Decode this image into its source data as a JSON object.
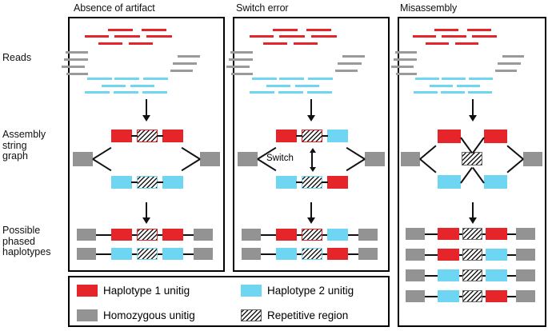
{
  "figure": {
    "type": "diagram",
    "subject": "Haplotype phasing artifacts in assembly string graphs"
  },
  "row_labels": [
    {
      "id": "reads",
      "text": "Reads"
    },
    {
      "id": "assembly-string-graph",
      "text": "Assembly\nstring\ngraph"
    },
    {
      "id": "possible-phased-haplotypes",
      "text": "Possible\nphased\nhaplotypes"
    }
  ],
  "panels": [
    {
      "id": "absence-of-artifact",
      "title": "Absence of artifact"
    },
    {
      "id": "switch-error",
      "title": "Switch error"
    },
    {
      "id": "misassembly",
      "title": "Misassembly"
    }
  ],
  "switch_annotation": {
    "label": "Switch"
  },
  "legend": {
    "items": [
      {
        "id": "haplotype-1-unitig",
        "label": "Haplotype 1 unitig",
        "swatch": "red",
        "color": "#e5252a"
      },
      {
        "id": "haplotype-2-unitig",
        "label": "Haplotype 2 unitig",
        "swatch": "cyan",
        "color": "#6ed5f2"
      },
      {
        "id": "homozygous-unitig",
        "label": "Homozygous unitig",
        "swatch": "grey",
        "color": "#939393"
      },
      {
        "id": "repetitive-region",
        "label": "Repetitive region",
        "swatch": "hatch",
        "color": "#1a1a1a"
      }
    ]
  },
  "colors": {
    "haplotype1": "#e5252a",
    "haplotype2": "#6ed5f2",
    "homozygous": "#939393",
    "repetitive_hatch": "#1a1a1a",
    "outline": "#000000"
  },
  "graphs": {
    "absence_of_artifact": {
      "structure": "single-bubble",
      "top_path": [
        "red",
        "repetitive-red",
        "red"
      ],
      "bottom_path": [
        "cyan",
        "repetitive-cyan",
        "cyan"
      ],
      "anchors": [
        "homozygous",
        "homozygous"
      ]
    },
    "switch_error": {
      "structure": "single-bubble",
      "top_path": [
        "red",
        "repetitive-red",
        "cyan"
      ],
      "bottom_path": [
        "cyan",
        "repetitive-cyan",
        "red"
      ],
      "anchors": [
        "homozygous",
        "homozygous"
      ]
    },
    "misassembly": {
      "structure": "double-bubble-shared-repeat",
      "left_bubble": [
        "red",
        "cyan"
      ],
      "shared_node": "repetitive-grey",
      "right_bubble": [
        "red",
        "cyan"
      ],
      "anchors": [
        "homozygous",
        "homozygous"
      ]
    }
  },
  "haplotypes": {
    "absence_of_artifact": [
      [
        "homozygous",
        "red",
        "repetitive-red",
        "red",
        "homozygous"
      ],
      [
        "homozygous",
        "cyan",
        "repetitive-cyan",
        "cyan",
        "homozygous"
      ]
    ],
    "switch_error": [
      [
        "homozygous",
        "red",
        "repetitive-red",
        "cyan",
        "homozygous"
      ],
      [
        "homozygous",
        "cyan",
        "repetitive-cyan",
        "red",
        "homozygous"
      ]
    ],
    "misassembly": [
      [
        "homozygous",
        "red",
        "repetitive-grey",
        "red",
        "homozygous"
      ],
      [
        "homozygous",
        "red",
        "repetitive-grey",
        "cyan",
        "homozygous"
      ],
      [
        "homozygous",
        "cyan",
        "repetitive-grey",
        "cyan",
        "homozygous"
      ],
      [
        "homozygous",
        "cyan",
        "repetitive-grey",
        "red",
        "homozygous"
      ]
    ]
  }
}
